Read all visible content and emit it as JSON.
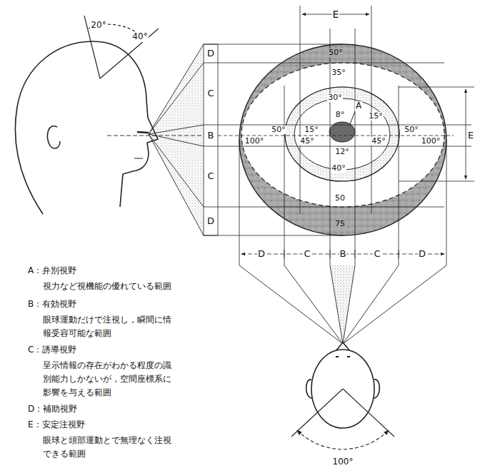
{
  "diagram": {
    "labels": [
      "20°",
      "40°",
      "E",
      "50°",
      "35°",
      "30°",
      "8°",
      "A",
      "15°",
      "D",
      "C",
      "50°",
      "15°",
      "B",
      "100°",
      "45°",
      "45°",
      "50°",
      "100°",
      "E",
      "12°",
      "C",
      "40°",
      "50",
      "D",
      "75",
      "D",
      "C",
      "B",
      "C",
      "D",
      "100°",
      "A：弁別視野",
      "視力など視機能の優れている範囲",
      "B：有効視野",
      "眼球運動だけで注視し，瞬間に情報受容可能な範囲",
      "C：誘導視野",
      "呈示情報の存在がわかる程度の識別能力しかないが，空間座標系に影響を与える範囲",
      "D：補助視野",
      "E：安定注視野",
      "眼球と頭部運動とで無理なく注視できる範囲"
    ]
  }
}
